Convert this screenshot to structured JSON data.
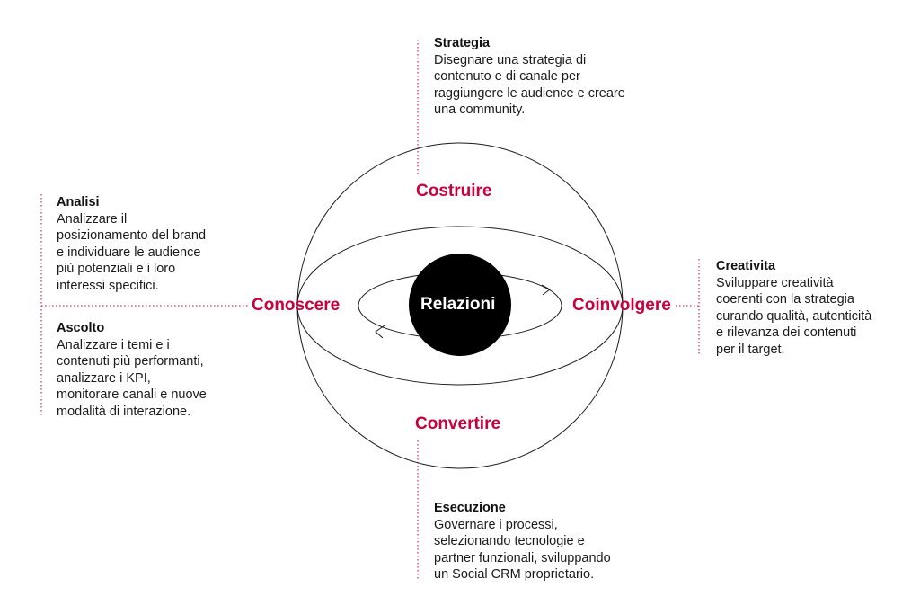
{
  "colors": {
    "accent": "#c8003c",
    "ink": "#1a1a1a",
    "center_fill": "#000000",
    "center_text": "#ffffff"
  },
  "center": {
    "label": "Relazioni"
  },
  "phases": {
    "top": "Costruire",
    "left": "Conoscere",
    "right": "Coinvolgere",
    "bottom": "Convertire"
  },
  "blocks": {
    "strategia": {
      "title": "Strategia",
      "body": "Disegnare una strategia di\ncontenuto e di canale per\nraggiungere le audience e creare\nuna community."
    },
    "analisi": {
      "title": "Analisi",
      "body": "Analizzare il\nposizionamento del brand\ne individuare le audience\npiù potenziali e i loro\ninteressi specifici."
    },
    "ascolto": {
      "title": "Ascolto",
      "body": "Analizzare i temi e i\ncontenuti più performanti,\nanalizzare i KPI,\nmonitorare canali e nuove\nmodalità di interazione."
    },
    "creativita": {
      "title": "Creativita",
      "body": "Sviluppare creatività\ncoerenti con la strategia\ncurando qualità, autenticità\ne rilevanza dei contenuti\nper il target."
    },
    "esecuzione": {
      "title": "Esecuzione",
      "body": "Governare i processi,\nselezionando tecnologie e\npartner funzionali, sviluppando\nun Social CRM proprietario."
    }
  }
}
